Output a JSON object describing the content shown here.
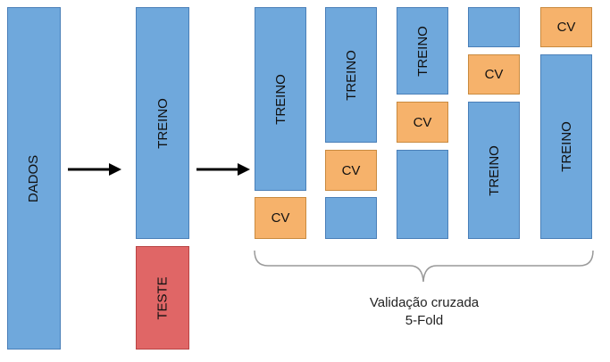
{
  "labels": {
    "dados": "DADOS",
    "treino": "TREINO",
    "teste": "TESTE",
    "cv": "CV"
  },
  "caption": {
    "line1": "Validação cruzada",
    "line2": "5-Fold"
  },
  "colors": {
    "train": "#6fa8dc",
    "validation": "#f6b26b",
    "test": "#e06666",
    "arrow": "#000000",
    "brace": "#999999"
  }
}
